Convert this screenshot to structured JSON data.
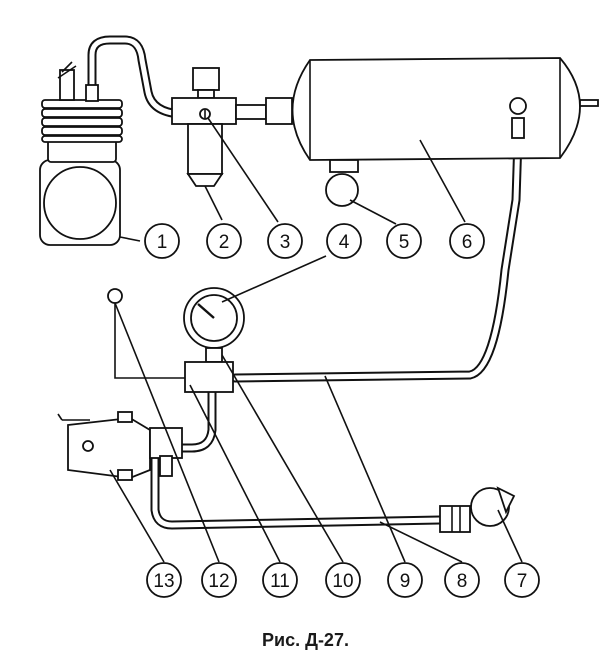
{
  "caption": "Рис. Д-27.",
  "callouts": [
    "1",
    "2",
    "3",
    "4",
    "5",
    "6",
    "7",
    "8",
    "9",
    "10",
    "11",
    "12",
    "13"
  ]
}
